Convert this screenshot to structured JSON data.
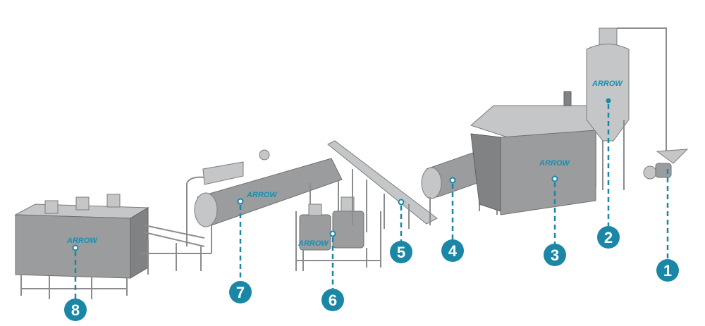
{
  "brand": {
    "logo_text": "ARROW",
    "logo_color": "#1b8fb0",
    "accent_color": "#f0a030"
  },
  "callout_color": "#1a87a6",
  "callouts": [
    {
      "label": "1"
    },
    {
      "label": "2"
    },
    {
      "label": "3"
    },
    {
      "label": "4"
    },
    {
      "label": "5"
    },
    {
      "label": "6"
    },
    {
      "label": "7"
    },
    {
      "label": "8"
    }
  ]
}
